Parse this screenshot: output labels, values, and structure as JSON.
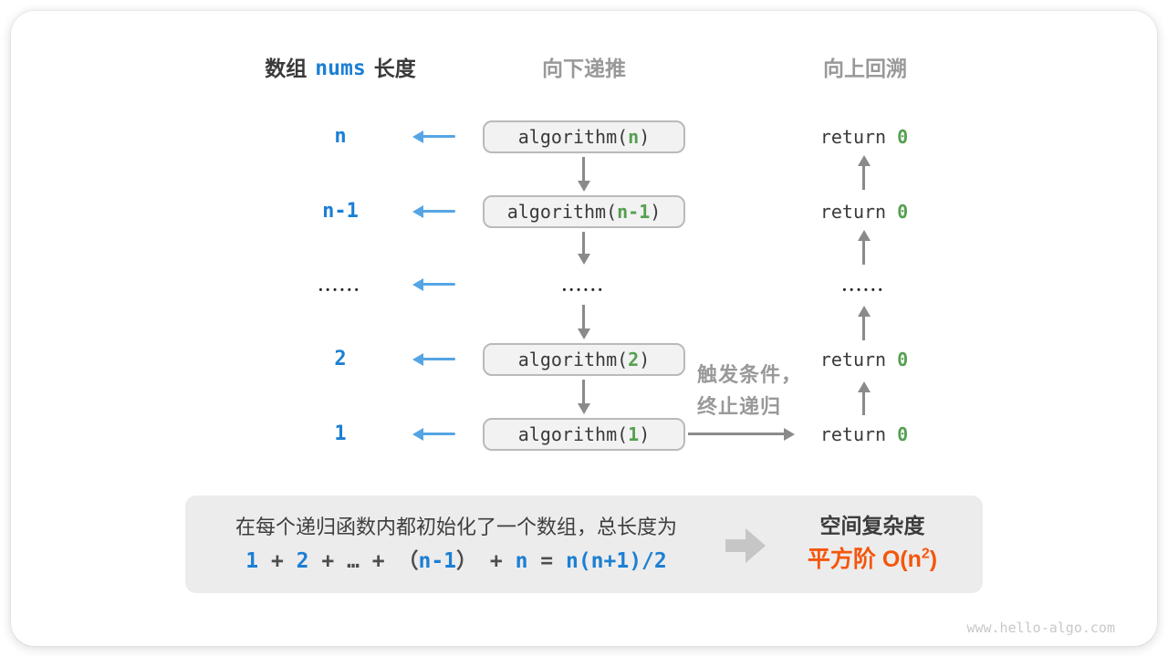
{
  "colors": {
    "blue": "#1c7fd4",
    "light_blue": "#55a5e5",
    "green": "#55a050",
    "orange": "#f4560b",
    "gray_text": "#999999",
    "dark_text": "#3a3a3a",
    "arrow_gray": "#8a8a8a",
    "box_fill": "#f2f2f2",
    "box_border": "#bababa",
    "panel_fill": "#ececec"
  },
  "headers": {
    "left_part1": "数组",
    "left_code": "nums",
    "left_part2": "长度",
    "center": "向下递推",
    "right": "向上回溯"
  },
  "rows": [
    {
      "label": "n",
      "call_open": "algorithm(",
      "arg": "n",
      "call_close": ")",
      "ret_kw": "return",
      "ret_val": "0"
    },
    {
      "label": "n-1",
      "call_open": "algorithm(",
      "arg": "n-1",
      "call_close": ")",
      "ret_kw": "return",
      "ret_val": "0"
    },
    {
      "label": "••••••",
      "center_dots": "••••••",
      "right_dots": "••••••"
    },
    {
      "label": "2",
      "call_open": "algorithm(",
      "arg": "2",
      "call_close": ")",
      "ret_kw": "return",
      "ret_val": "0"
    },
    {
      "label": "1",
      "call_open": "algorithm(",
      "arg": "1",
      "call_close": ")",
      "ret_kw": "return",
      "ret_val": "0"
    }
  ],
  "annotation": {
    "line1": "触发条件，",
    "line2": "终止递归"
  },
  "summary": {
    "line1": "在每个递归函数内都初始化了一个数组，总长度为",
    "formula": [
      {
        "text": "1"
      },
      {
        "text": " + "
      },
      {
        "text": "2"
      },
      {
        "text": " + "
      },
      {
        "text": "…"
      },
      {
        "text": " + "
      },
      {
        "text": "（"
      },
      {
        "text": "n-1"
      },
      {
        "text": "）"
      },
      {
        "text": " + "
      },
      {
        "text": "n"
      },
      {
        "text": " = "
      },
      {
        "text": "n(n+1)/2"
      }
    ],
    "result_title": "空间复杂度",
    "result_prefix": "平方阶 O(n",
    "result_sup": "2",
    "result_close": ")"
  },
  "footer": {
    "text": "www.hello-algo.com"
  }
}
